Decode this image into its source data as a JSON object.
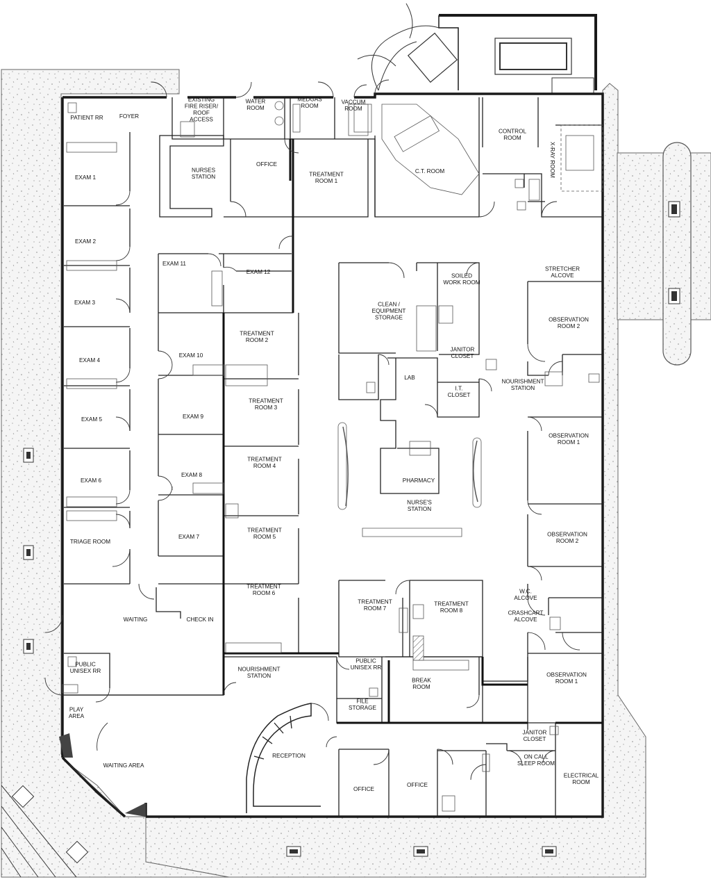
{
  "plan": {
    "rooms": [
      {
        "id": "patient-rr",
        "lines": [
          "PATIENT RR"
        ]
      },
      {
        "id": "foyer",
        "lines": [
          "FOYER"
        ]
      },
      {
        "id": "fire-riser",
        "lines": [
          "EXISTING",
          "FIRE RISER/",
          "ROOF",
          "ACCESS"
        ]
      },
      {
        "id": "water-room",
        "lines": [
          "WATER",
          "ROOM"
        ]
      },
      {
        "id": "medgas-room",
        "lines": [
          "MEDGAS",
          "ROOM"
        ]
      },
      {
        "id": "vaccum-room",
        "lines": [
          "VACCUM",
          "ROOM"
        ]
      },
      {
        "id": "control-room",
        "lines": [
          "CONTROL",
          "ROOM"
        ]
      },
      {
        "id": "xray-room",
        "lines": [
          "X-RAY ROOM"
        ]
      },
      {
        "id": "exam-1",
        "lines": [
          "EXAM 1"
        ]
      },
      {
        "id": "nurses-station",
        "lines": [
          "NURSES",
          "STATION"
        ]
      },
      {
        "id": "office-top",
        "lines": [
          "OFFICE"
        ]
      },
      {
        "id": "treatment-room-1",
        "lines": [
          "TREATMENT",
          "ROOM 1"
        ]
      },
      {
        "id": "ct-room",
        "lines": [
          "C.T. ROOM"
        ]
      },
      {
        "id": "exam-2",
        "lines": [
          "EXAM 2"
        ]
      },
      {
        "id": "exam-3",
        "lines": [
          "EXAM 3"
        ]
      },
      {
        "id": "exam-11",
        "lines": [
          "EXAM 11"
        ]
      },
      {
        "id": "exam-12",
        "lines": [
          "EXAM 12"
        ]
      },
      {
        "id": "clean-storage",
        "lines": [
          "CLEAN /",
          "EQUIPMENT",
          "STORAGE"
        ]
      },
      {
        "id": "soiled-work-room",
        "lines": [
          "SOILED",
          "WORK ROOM"
        ]
      },
      {
        "id": "stretcher-alcove",
        "lines": [
          "STRETCHER",
          "ALCOVE"
        ]
      },
      {
        "id": "observation-room-2-top",
        "lines": [
          "OBSERVATION",
          "ROOM 2"
        ]
      },
      {
        "id": "treatment-room-2",
        "lines": [
          "TREATMENT",
          "ROOM 2"
        ]
      },
      {
        "id": "janitor-closet-top",
        "lines": [
          "JANITOR",
          "CLOSET"
        ]
      },
      {
        "id": "exam-4",
        "lines": [
          "EXAM 4"
        ]
      },
      {
        "id": "exam-10",
        "lines": [
          "EXAM 10"
        ]
      },
      {
        "id": "lab",
        "lines": [
          "LAB"
        ]
      },
      {
        "id": "it-closet",
        "lines": [
          "I.T.",
          "CLOSET"
        ]
      },
      {
        "id": "nourishment-station-right",
        "lines": [
          "NOURISHMENT",
          "STATION"
        ]
      },
      {
        "id": "treatment-room-3",
        "lines": [
          "TREATMENT",
          "ROOM 3"
        ]
      },
      {
        "id": "exam-5",
        "lines": [
          "EXAM 5"
        ]
      },
      {
        "id": "exam-9",
        "lines": [
          "EXAM 9"
        ]
      },
      {
        "id": "observation-room-1-mid",
        "lines": [
          "OBSERVATION",
          "ROOM 1"
        ]
      },
      {
        "id": "treatment-room-4",
        "lines": [
          "TREATMENT",
          "ROOM 4"
        ]
      },
      {
        "id": "exam-6",
        "lines": [
          "EXAM 6"
        ]
      },
      {
        "id": "exam-8",
        "lines": [
          "EXAM 8"
        ]
      },
      {
        "id": "pharmacy",
        "lines": [
          "PHARMACY"
        ]
      },
      {
        "id": "nurses-station-center",
        "lines": [
          "NURSE'S",
          "STATION"
        ]
      },
      {
        "id": "triage-room",
        "lines": [
          "TRIAGE ROOM"
        ]
      },
      {
        "id": "exam-7",
        "lines": [
          "EXAM 7"
        ]
      },
      {
        "id": "treatment-room-5",
        "lines": [
          "TREATMENT",
          "ROOM 5"
        ]
      },
      {
        "id": "observation-room-2-mid",
        "lines": [
          "OBSERVATION",
          "ROOM 2"
        ]
      },
      {
        "id": "treatment-room-6",
        "lines": [
          "TREATMENT",
          "ROOM 6"
        ]
      },
      {
        "id": "wc-alcove",
        "lines": [
          "W.C.",
          "ALCOVE"
        ]
      },
      {
        "id": "treatment-room-7",
        "lines": [
          "TREATMENT",
          "ROOM 7"
        ]
      },
      {
        "id": "treatment-room-8",
        "lines": [
          "TREATMENT",
          "ROOM 8"
        ]
      },
      {
        "id": "waiting",
        "lines": [
          "WAITING"
        ]
      },
      {
        "id": "check-in",
        "lines": [
          "CHECK IN"
        ]
      },
      {
        "id": "crashcart-alcove",
        "lines": [
          "CRASHCART",
          "ALCOVE"
        ]
      },
      {
        "id": "public-unisex-rr-left",
        "lines": [
          "PUBLIC",
          "UNISEX RR"
        ]
      },
      {
        "id": "nourishment-station-left",
        "lines": [
          "NOURISHMENT",
          "STATION"
        ]
      },
      {
        "id": "public-unisex-rr-center",
        "lines": [
          "PUBLIC",
          "UNISEX RR"
        ]
      },
      {
        "id": "break-room",
        "lines": [
          "BREAK",
          "ROOM"
        ]
      },
      {
        "id": "observation-room-1-bottom",
        "lines": [
          "OBSERVATION",
          "ROOM 1"
        ]
      },
      {
        "id": "play-area",
        "lines": [
          "PLAY",
          "AREA"
        ]
      },
      {
        "id": "file-storage",
        "lines": [
          "FILE",
          "STORAGE"
        ]
      },
      {
        "id": "janitor-closet-bottom",
        "lines": [
          "JANITOR",
          "CLOSET"
        ]
      },
      {
        "id": "reception",
        "lines": [
          "RECEPTION"
        ]
      },
      {
        "id": "on-call-sleep-room",
        "lines": [
          "ON CALL",
          "SLEEP ROOM"
        ]
      },
      {
        "id": "waiting-area",
        "lines": [
          "WAITING AREA"
        ]
      },
      {
        "id": "office-bottom-1",
        "lines": [
          "OFFICE"
        ]
      },
      {
        "id": "office-bottom-2",
        "lines": [
          "OFFICE"
        ]
      },
      {
        "id": "electrical-room",
        "lines": [
          "ELECTRICAL",
          "ROOM"
        ]
      }
    ],
    "colors": {
      "wall": "#1a1a1a",
      "thin_wall": "#333333",
      "site": "#f4f4f4",
      "site_speckle": "#9a9a9a",
      "fixture": "#555555"
    }
  }
}
